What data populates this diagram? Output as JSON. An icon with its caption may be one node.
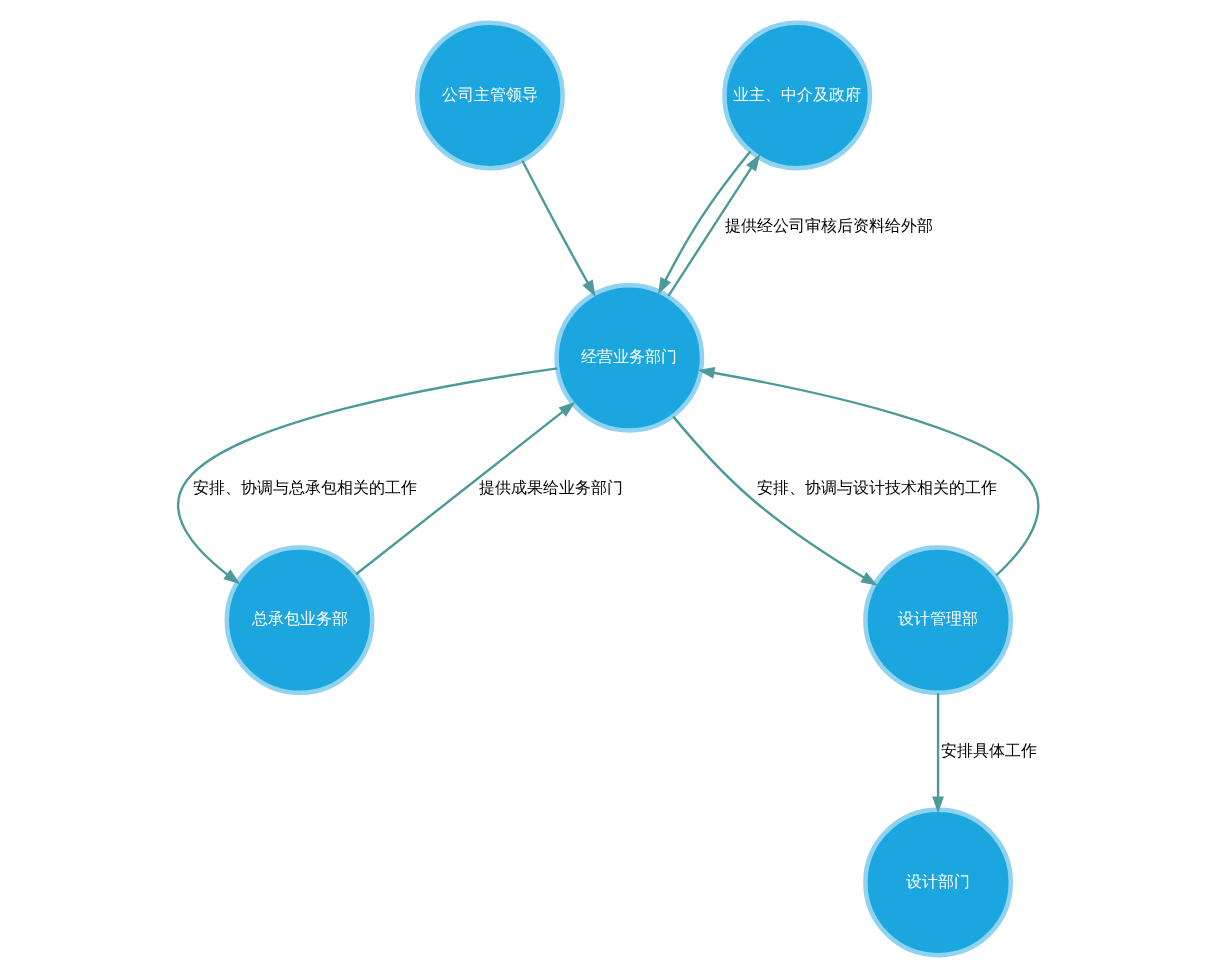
{
  "diagram": {
    "nodes": [
      {
        "text": [
          "公司主管领导"
        ]
      },
      {
        "text": [
          "业主、中介及政府"
        ]
      },
      {
        "text": [
          "经营业务部门"
        ]
      },
      {
        "text": [
          "总承包业务部"
        ]
      },
      {
        "text": [
          "设计管理部"
        ]
      },
      {
        "text": [
          "设计部门"
        ]
      }
    ],
    "edges": [
      {
        "from": 0,
        "to": 2,
        "arrow": "to"
      },
      {
        "from": 2,
        "to": 1,
        "arrow": "to",
        "label": "提供经公司审核后资料给外部"
      },
      {
        "from": 1,
        "to": 2,
        "arrow": "to"
      },
      {
        "from": 3,
        "to": 2,
        "arrow": "to",
        "label": "提供成果给业务部门"
      },
      {
        "from": 2,
        "to": 3,
        "arrow": "to",
        "label": "安排、协调与总承包相关的工作"
      },
      {
        "from": 2,
        "to": 4,
        "arrow": "to",
        "label": "安排、协调与设计技术相关的工作"
      },
      {
        "from": 4,
        "to": 2,
        "arrow": "to"
      },
      {
        "from": 4,
        "to": 5,
        "arrow": "to",
        "label": "安排具体工作"
      }
    ]
  }
}
